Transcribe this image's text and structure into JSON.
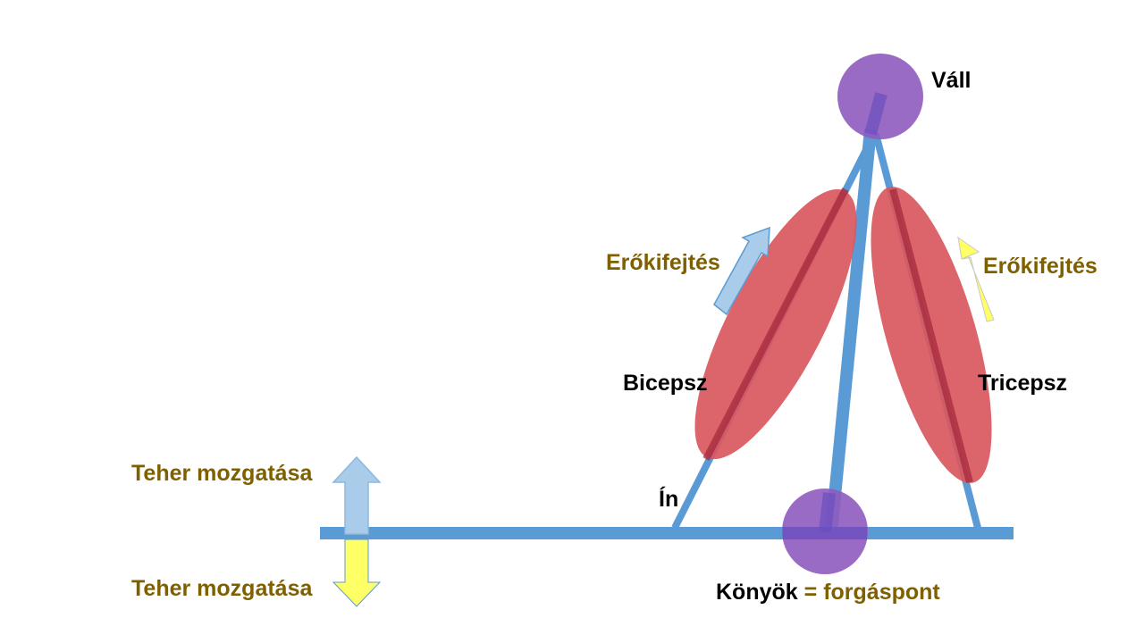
{
  "labels": {
    "shoulder": "Váll",
    "biceps": "Bicepsz",
    "triceps": "Tricepsz",
    "tendon": "Ín",
    "effort_left": "Erőkifejtés",
    "effort_right": "Erőkifejtés",
    "load_up": "Teher mozgatása",
    "load_down": "Teher mozgatása",
    "elbow": "Könyök",
    "elbow_equals": " = ",
    "elbow_pivot": "forgáspont"
  },
  "colors": {
    "bone": "#5B9BD5",
    "muscle": "#D9585E",
    "muscle_line": "#A52A3C",
    "joint": "#8E5BBE",
    "blue_arrow": "#A9CCEA",
    "yellow_arrow": "#FFFF66",
    "olive_text": "#7F6000",
    "black_text": "#000000"
  },
  "icons": {
    "effort_left_arrow": "diagonal-up-arrow-icon",
    "effort_right_arrow": "diagonal-up-arrow-icon",
    "load_up_arrow": "up-arrow-icon",
    "load_down_arrow": "down-arrow-icon"
  }
}
